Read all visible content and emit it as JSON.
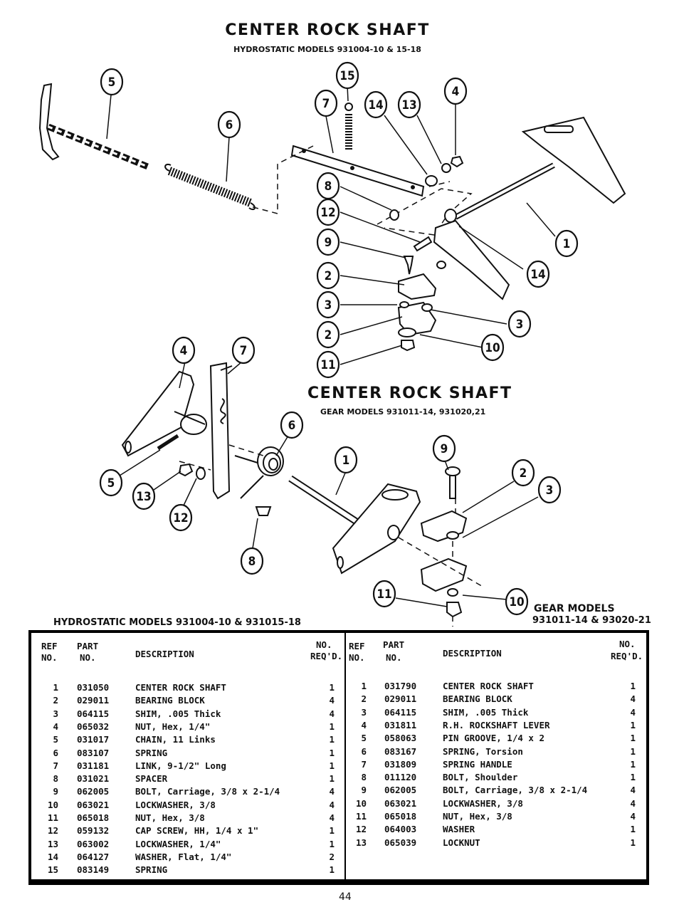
{
  "top_section": {
    "title": "CENTER ROCK SHAFT",
    "subtitle": "HYDROSTATIC MODELS 931004-10 & 15-18"
  },
  "bottom_section": {
    "title": "CENTER ROCK SHAFT",
    "subtitle": "GEAR MODELS 931011-14, 931020,21"
  },
  "tables": {
    "hydro_label": "HYDROSTATIC MODELS 931004-10 & 931015-18",
    "gear_label_line1": "GEAR MODELS",
    "gear_label_line2": "931011-14 & 93020-21",
    "left_headers": {
      "ref1": "REF",
      "ref2": "NO.",
      "part1": "PART",
      "part2": "NO.",
      "desc": "DESCRIPTION",
      "no1": "NO.",
      "no2": "REQ'D."
    },
    "right_headers": {
      "ref1": "REF",
      "ref2": "NO.",
      "part1": "PART",
      "part2": "NO.",
      "desc": "DESCRIPTION",
      "no1": "NO.",
      "no2": "REQ'D."
    },
    "hydro_rows": [
      {
        "ref": "1",
        "part": "031050",
        "desc": "CENTER ROCK SHAFT",
        "qty": "1"
      },
      {
        "ref": "2",
        "part": "029011",
        "desc": "BEARING BLOCK",
        "qty": "4"
      },
      {
        "ref": "3",
        "part": "064115",
        "desc": "SHIM, .005 Thick",
        "qty": "4"
      },
      {
        "ref": "4",
        "part": "065032",
        "desc": "NUT, Hex, 1/4\"",
        "qty": "1"
      },
      {
        "ref": "5",
        "part": "031017",
        "desc": "CHAIN, 11 Links",
        "qty": "1"
      },
      {
        "ref": "6",
        "part": "083107",
        "desc": "SPRING",
        "qty": "1"
      },
      {
        "ref": "7",
        "part": "031181",
        "desc": "LINK, 9-1/2\" Long",
        "qty": "1"
      },
      {
        "ref": "8",
        "part": "031021",
        "desc": "SPACER",
        "qty": "1"
      },
      {
        "ref": "9",
        "part": "062005",
        "desc": "BOLT, Carriage, 3/8 x 2-1/4",
        "qty": "4"
      },
      {
        "ref": "10",
        "part": "063021",
        "desc": "LOCKWASHER, 3/8",
        "qty": "4"
      },
      {
        "ref": "11",
        "part": "065018",
        "desc": "NUT, Hex, 3/8",
        "qty": "4"
      },
      {
        "ref": "12",
        "part": "059132",
        "desc": "CAP SCREW, HH, 1/4 x 1\"",
        "qty": "1"
      },
      {
        "ref": "13",
        "part": "063002",
        "desc": "LOCKWASHER, 1/4\"",
        "qty": "1"
      },
      {
        "ref": "14",
        "part": "064127",
        "desc": "WASHER, Flat, 1/4\"",
        "qty": "2"
      },
      {
        "ref": "15",
        "part": "083149",
        "desc": "SPRING",
        "qty": "1"
      }
    ],
    "gear_rows": [
      {
        "ref": "1",
        "part": "031790",
        "desc": "CENTER ROCK SHAFT",
        "qty": "1"
      },
      {
        "ref": "2",
        "part": "029011",
        "desc": "BEARING BLOCK",
        "qty": "4"
      },
      {
        "ref": "3",
        "part": "064115",
        "desc": "SHIM, .005 Thick",
        "qty": "4"
      },
      {
        "ref": "4",
        "part": "031811",
        "desc": "R.H. ROCKSHAFT LEVER",
        "qty": "1"
      },
      {
        "ref": "5",
        "part": "058063",
        "desc": "PIN GROOVE, 1/4 x 2",
        "qty": "1"
      },
      {
        "ref": "6",
        "part": "083167",
        "desc": "SPRING, Torsion",
        "qty": "1"
      },
      {
        "ref": "7",
        "part": "031809",
        "desc": "SPRING HANDLE",
        "qty": "1"
      },
      {
        "ref": "8",
        "part": "011120",
        "desc": "BOLT, Shoulder",
        "qty": "1"
      },
      {
        "ref": "9",
        "part": "062005",
        "desc": "BOLT, Carriage, 3/8 x 2-1/4",
        "qty": "4"
      },
      {
        "ref": "10",
        "part": "063021",
        "desc": "LOCKWASHER, 3/8",
        "qty": "4"
      },
      {
        "ref": "11",
        "part": "065018",
        "desc": "NUT, Hex, 3/8",
        "qty": "4"
      },
      {
        "ref": "12",
        "part": "064003",
        "desc": "WASHER",
        "qty": "1"
      },
      {
        "ref": "13",
        "part": "065039",
        "desc": "LOCKNUT",
        "qty": "1"
      }
    ]
  },
  "callouts_top": [
    "5",
    "6",
    "15",
    "7",
    "14",
    "13",
    "4",
    "8",
    "12",
    "9",
    "2",
    "3",
    "2",
    "11",
    "1",
    "14",
    "3",
    "10"
  ],
  "callouts_bottom": [
    "4",
    "7",
    "6",
    "1",
    "9",
    "2",
    "3",
    "5",
    "13",
    "12",
    "8",
    "11",
    "10"
  ],
  "page_number": "44"
}
